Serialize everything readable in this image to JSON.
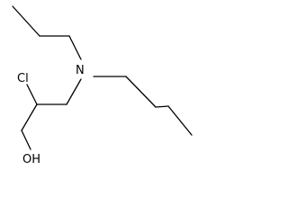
{
  "atoms": {
    "nitrogen": "N",
    "chlorine": "Cl",
    "hydroxyl": "OH"
  },
  "colors": {
    "bond": "#000000",
    "label": "#000000",
    "background": "#ffffff"
  }
}
